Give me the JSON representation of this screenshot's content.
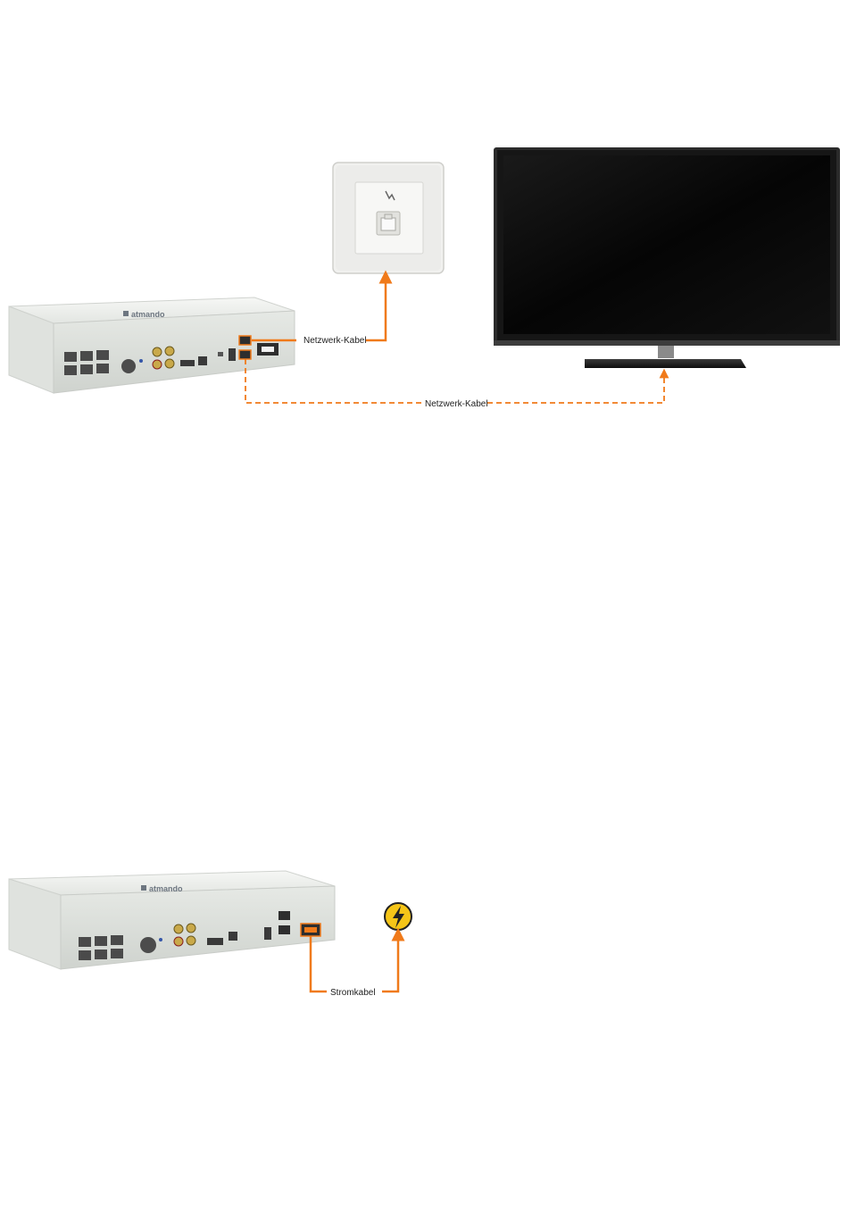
{
  "diagram_top": {
    "cable_wall_label": "Netzwerk-Kabel",
    "cable_tv_label": "Netzwerk-Kabel",
    "device_brand": "atmando"
  },
  "diagram_bottom": {
    "power_cable_label": "Stromkabel",
    "device_brand": "atmando"
  },
  "colors": {
    "cable": "#f07a1a",
    "power_symbol": "#f5c518",
    "device_body": "#eef0ed"
  },
  "icons": {
    "power_socket": "lightning-icon",
    "wall_jack": "ethernet-port-icon"
  }
}
